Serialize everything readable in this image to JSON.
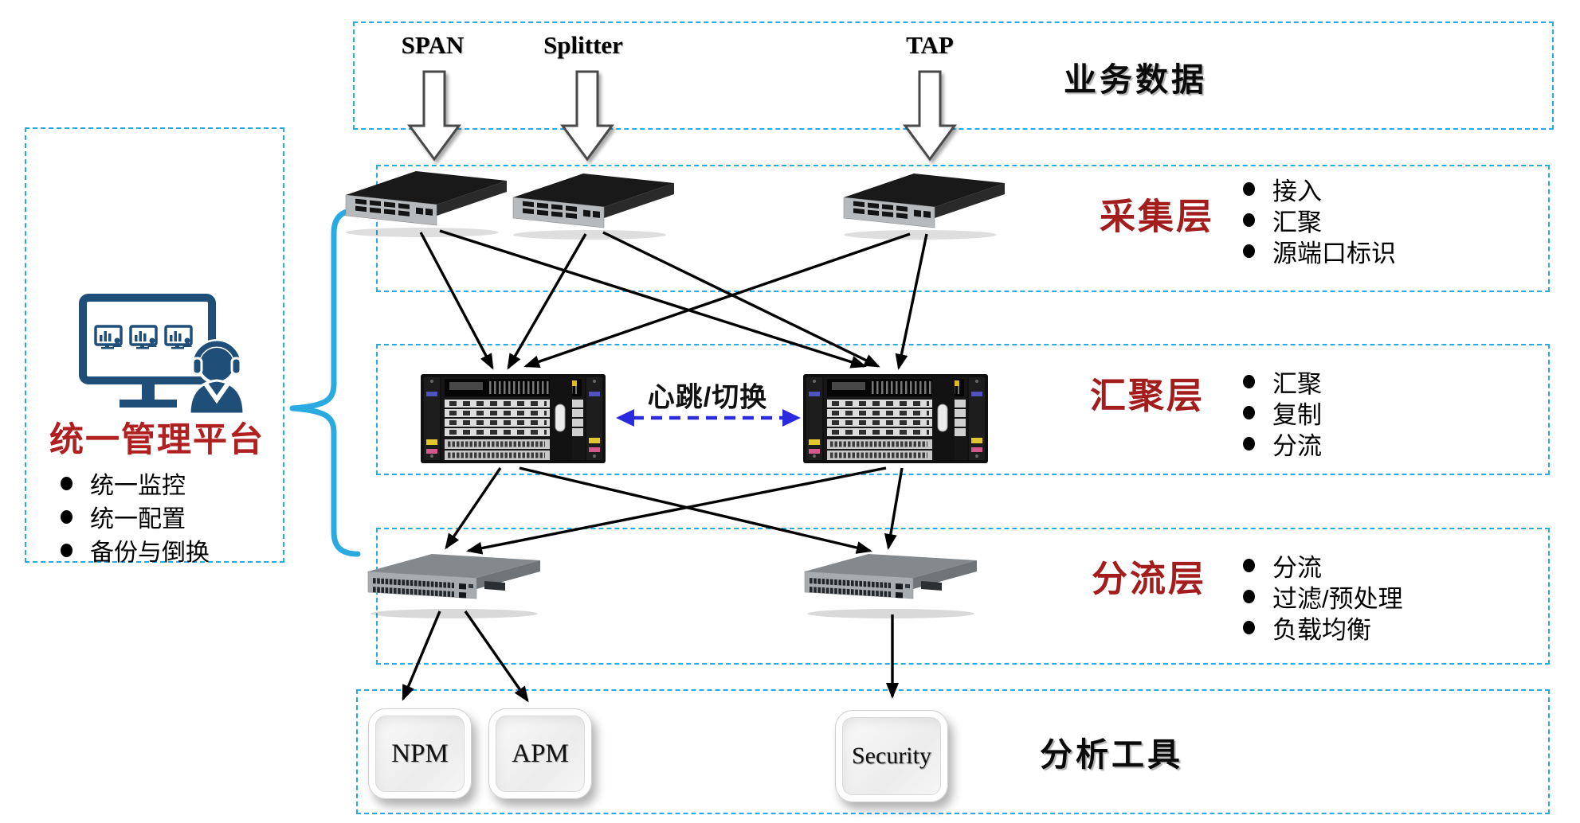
{
  "management_panel": {
    "title": "统一管理平台",
    "items": [
      "统一监控",
      "统一配置",
      "备份与倒换"
    ]
  },
  "business_layer": {
    "title": "业务数据",
    "sources": [
      "SPAN",
      "Splitter",
      "TAP"
    ]
  },
  "layers": [
    {
      "name": "采集层",
      "bullets": [
        "接入",
        "汇聚",
        "源端口标识"
      ]
    },
    {
      "name": "汇聚层",
      "bullets": [
        "汇聚",
        "复制",
        "分流"
      ]
    },
    {
      "name": "分流层",
      "bullets": [
        "分流",
        "过滤/预处理",
        "负载均衡"
      ]
    }
  ],
  "heartbeat": {
    "label": "心跳/切换"
  },
  "analysis_layer": {
    "title": "分析工具",
    "tools": [
      "NPM",
      "APM",
      "Security"
    ]
  },
  "icons": {
    "management": "monitor-with-support-agent-icon",
    "ingress_arrow": "block-down-arrow-icon",
    "collection_device": "rack-tap-device-icon",
    "aggregation_device": "modular-chassis-icon",
    "distribution_device": "rack-switch-icon",
    "heartbeat_arrow": "blue-dashed-double-arrow-icon",
    "grouping_brace": "curly-brace-icon"
  },
  "colors": {
    "box_dash_cyan": "#29ABE2",
    "layer_label_red": "#A31D1D",
    "management_title_red": "#B02020",
    "icon_navy": "#1F4E79",
    "heartbeat_blue": "#2B2BDD",
    "arrow_black": "#000000"
  }
}
